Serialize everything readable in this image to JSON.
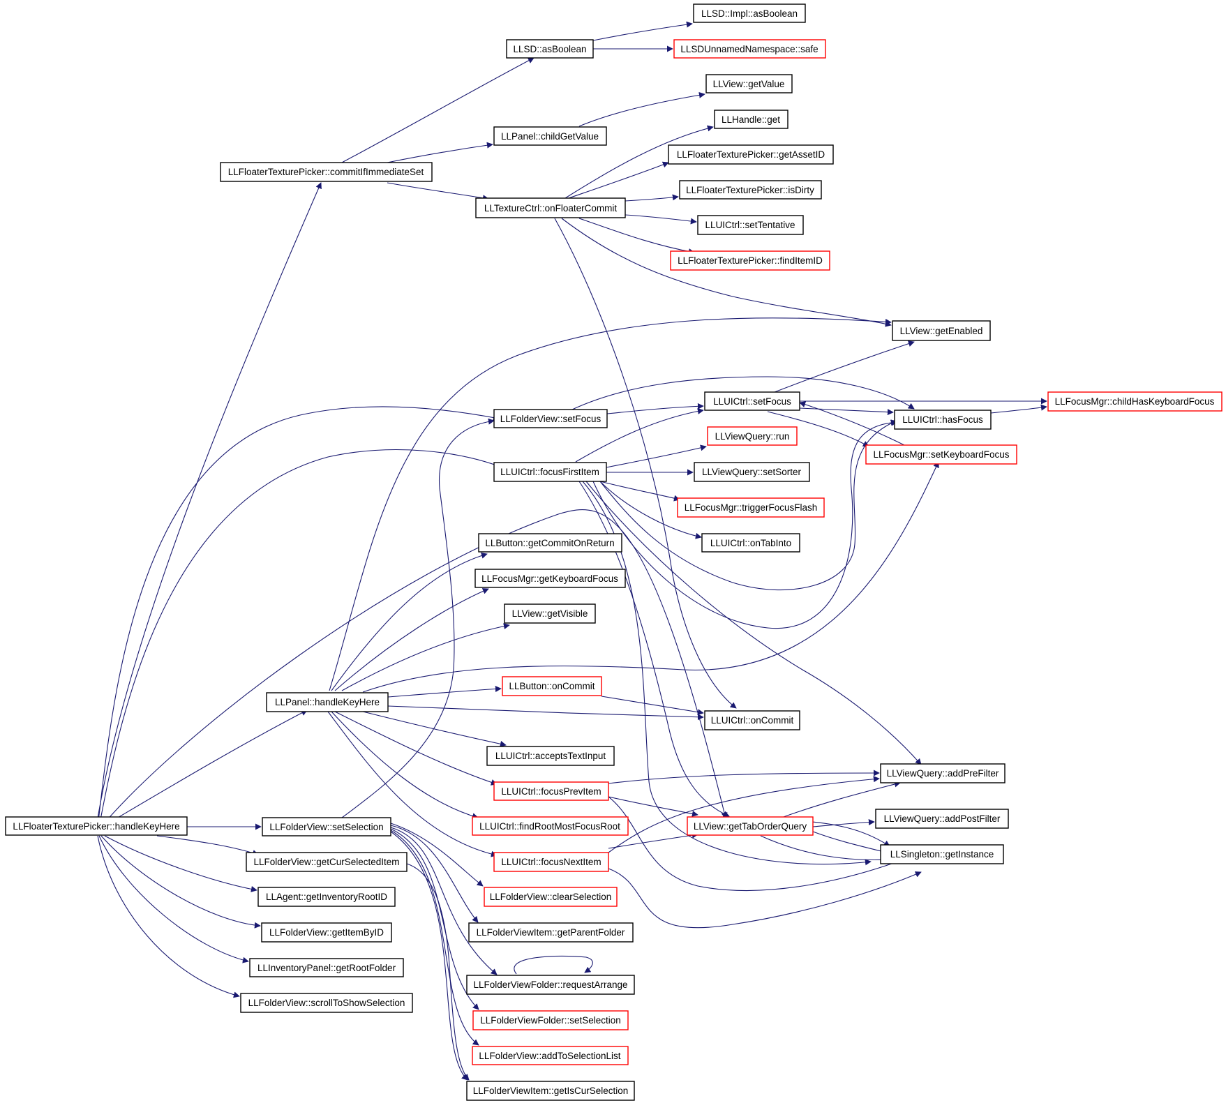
{
  "colors": {
    "edge": "#191970",
    "node_border_normal": "#000000",
    "node_border_truncated": "#ff0000",
    "root_fill": "#bfbfbf",
    "background": "#ffffff"
  },
  "nodes": [
    {
      "id": "root",
      "label": "LLFloaterTexturePicker::handleKeyHere",
      "style": "root"
    },
    {
      "id": "commitIfImmediateSet",
      "label": "LLFloaterTexturePicker::commitIfImmediateSet",
      "style": "normal"
    },
    {
      "id": "sdAsBoolean",
      "label": "LLSD::asBoolean",
      "style": "normal"
    },
    {
      "id": "implAsBoolean",
      "label": "LLSD::Impl::asBoolean",
      "style": "normal"
    },
    {
      "id": "unnamedSafe",
      "label": "LLSDUnnamedNamespace::safe",
      "style": "truncated"
    },
    {
      "id": "viewGetValue",
      "label": "LLView::getValue",
      "style": "normal"
    },
    {
      "id": "childGetValue",
      "label": "LLPanel::childGetValue",
      "style": "normal"
    },
    {
      "id": "handleGet",
      "label": "LLHandle::get",
      "style": "normal"
    },
    {
      "id": "getAssetID",
      "label": "LLFloaterTexturePicker::getAssetID",
      "style": "normal"
    },
    {
      "id": "isDirty",
      "label": "LLFloaterTexturePicker::isDirty",
      "style": "normal"
    },
    {
      "id": "onFloaterCommit",
      "label": "LLTextureCtrl::onFloaterCommit",
      "style": "normal"
    },
    {
      "id": "setTentative",
      "label": "LLUICtrl::setTentative",
      "style": "normal"
    },
    {
      "id": "findItemID",
      "label": "LLFloaterTexturePicker::findItemID",
      "style": "truncated"
    },
    {
      "id": "getEnabled",
      "label": "LLView::getEnabled",
      "style": "normal"
    },
    {
      "id": "uiSetFocus",
      "label": "LLUICtrl::setFocus",
      "style": "normal"
    },
    {
      "id": "childHasKeyboardFocus",
      "label": "LLFocusMgr::childHasKeyboardFocus",
      "style": "truncated"
    },
    {
      "id": "folderSetFocus",
      "label": "LLFolderView::setFocus",
      "style": "normal"
    },
    {
      "id": "hasFocus",
      "label": "LLUICtrl::hasFocus",
      "style": "normal"
    },
    {
      "id": "vqRun",
      "label": "LLViewQuery::run",
      "style": "truncated"
    },
    {
      "id": "setKeyboardFocus",
      "label": "LLFocusMgr::setKeyboardFocus",
      "style": "truncated"
    },
    {
      "id": "focusFirstItem",
      "label": "LLUICtrl::focusFirstItem",
      "style": "normal"
    },
    {
      "id": "setSorter",
      "label": "LLViewQuery::setSorter",
      "style": "normal"
    },
    {
      "id": "triggerFocusFlash",
      "label": "LLFocusMgr::triggerFocusFlash",
      "style": "truncated"
    },
    {
      "id": "onTabInto",
      "label": "LLUICtrl::onTabInto",
      "style": "normal"
    },
    {
      "id": "getCommitOnReturn",
      "label": "LLButton::getCommitOnReturn",
      "style": "normal"
    },
    {
      "id": "getKeyboardFocus",
      "label": "LLFocusMgr::getKeyboardFocus",
      "style": "normal"
    },
    {
      "id": "getVisible",
      "label": "LLView::getVisible",
      "style": "normal"
    },
    {
      "id": "btnOnCommit",
      "label": "LLButton::onCommit",
      "style": "truncated"
    },
    {
      "id": "panelHandleKeyHere",
      "label": "LLPanel::handleKeyHere",
      "style": "normal"
    },
    {
      "id": "uiOnCommit",
      "label": "LLUICtrl::onCommit",
      "style": "normal"
    },
    {
      "id": "acceptsTextInput",
      "label": "LLUICtrl::acceptsTextInput",
      "style": "normal"
    },
    {
      "id": "addPreFilter",
      "label": "LLViewQuery::addPreFilter",
      "style": "normal"
    },
    {
      "id": "focusPrevItem",
      "label": "LLUICtrl::focusPrevItem",
      "style": "truncated"
    },
    {
      "id": "getTabOrderQuery",
      "label": "LLView::getTabOrderQuery",
      "style": "truncated"
    },
    {
      "id": "addPostFilter",
      "label": "LLViewQuery::addPostFilter",
      "style": "normal"
    },
    {
      "id": "findRootMostFocusRoot",
      "label": "LLUICtrl::findRootMostFocusRoot",
      "style": "truncated"
    },
    {
      "id": "folderSetSelection",
      "label": "LLFolderView::setSelection",
      "style": "normal"
    },
    {
      "id": "getInstance",
      "label": "LLSingleton::getInstance",
      "style": "normal"
    },
    {
      "id": "getCurSelectedItem",
      "label": "LLFolderView::getCurSelectedItem",
      "style": "normal"
    },
    {
      "id": "focusNextItem",
      "label": "LLUICtrl::focusNextItem",
      "style": "truncated"
    },
    {
      "id": "getInventoryRootID",
      "label": "LLAgent::getInventoryRootID",
      "style": "normal"
    },
    {
      "id": "clearSelection",
      "label": "LLFolderView::clearSelection",
      "style": "truncated"
    },
    {
      "id": "getItemByID",
      "label": "LLFolderView::getItemByID",
      "style": "normal"
    },
    {
      "id": "getParentFolder",
      "label": "LLFolderViewItem::getParentFolder",
      "style": "normal"
    },
    {
      "id": "getRootFolder",
      "label": "LLInventoryPanel::getRootFolder",
      "style": "normal"
    },
    {
      "id": "requestArrange",
      "label": "LLFolderViewFolder::requestArrange",
      "style": "normal"
    },
    {
      "id": "scrollToShowSelection",
      "label": "LLFolderView::scrollToShowSelection",
      "style": "normal"
    },
    {
      "id": "ffSetSelection",
      "label": "LLFolderViewFolder::setSelection",
      "style": "truncated"
    },
    {
      "id": "addToSelectionList",
      "label": "LLFolderView::addToSelectionList",
      "style": "truncated"
    },
    {
      "id": "getIsCurSelection",
      "label": "LLFolderViewItem::getIsCurSelection",
      "style": "normal"
    }
  ]
}
